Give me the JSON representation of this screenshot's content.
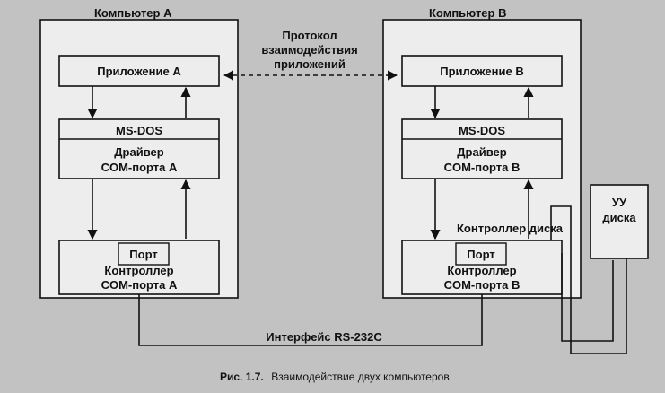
{
  "computer_a": {
    "title": "Компьютер A",
    "app": "Приложение A",
    "os": "MS-DOS",
    "driver_line1": "Драйвер",
    "driver_line2": "COM-порта A",
    "port": "Порт",
    "controller_line1": "Контроллер",
    "controller_line2": "COM-порта A"
  },
  "computer_b": {
    "title": "Компьютер B",
    "app": "Приложение B",
    "os": "MS-DOS",
    "driver_line1": "Драйвер",
    "driver_line2": "COM-порта B",
    "disk_controller": "Контроллер диска",
    "port": "Порт",
    "controller_line1": "Контроллер",
    "controller_line2": "COM-порта B"
  },
  "protocol": {
    "line1": "Протокол",
    "line2": "взаимодействия",
    "line3": "приложений"
  },
  "disk_device": {
    "line1": "УУ",
    "line2": "диска"
  },
  "interface_label": "Интерфейс RS-232C",
  "caption": {
    "number": "Рис. 1.7.",
    "text": "Взаимодействие двух компьютеров"
  }
}
